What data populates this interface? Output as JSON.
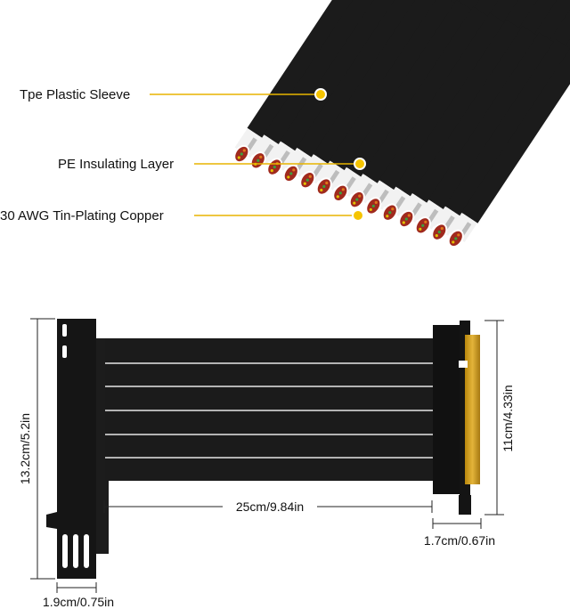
{
  "callouts": [
    {
      "text": "Tpe Plastic Sleeve"
    },
    {
      "text": "PE Insulating Layer"
    },
    {
      "text": "30 AWG Tin-Plating Copper"
    }
  ],
  "dimensions": {
    "height_left": "13.2cm/5.2in",
    "height_right": "11cm/4.33in",
    "length": "25cm/9.84in",
    "width_right": "1.7cm/0.67in",
    "width_left": "1.9cm/0.75in"
  },
  "colors": {
    "callout_line": "#e8b400",
    "cable": "#1b1b1b",
    "sleeve": "#f2f2f2",
    "gold": "#d3a21a"
  }
}
